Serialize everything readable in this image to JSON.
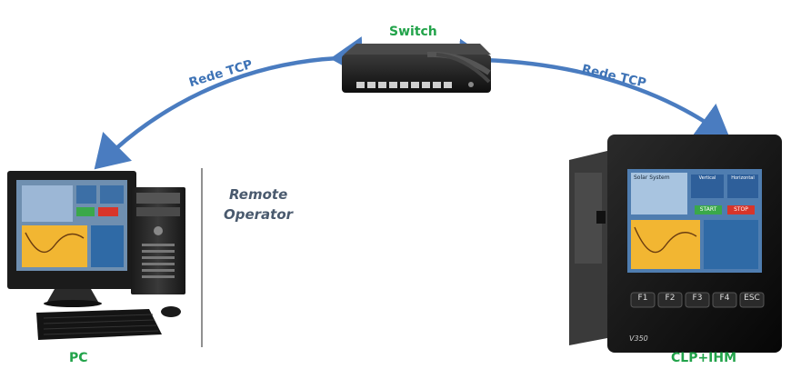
{
  "labels": {
    "switch": "Switch",
    "link_left": "Rede TCP",
    "link_right": "Rede TCP",
    "remote_line1": "Remote",
    "remote_line2": "Operator",
    "pc": "PC",
    "hmi": "CLP+IHM"
  },
  "hmi": {
    "model": "V350",
    "keys": [
      "F1",
      "F2",
      "F3",
      "F4",
      "ESC"
    ],
    "screen_title": "Solar System",
    "start_button": "START",
    "stop_button": "STOP",
    "panel_left": "Vertical",
    "panel_right": "Horizontal"
  },
  "colors": {
    "arrow": "#4a7cc0",
    "label_green": "#22a34a",
    "label_blue": "#3e73b6"
  }
}
